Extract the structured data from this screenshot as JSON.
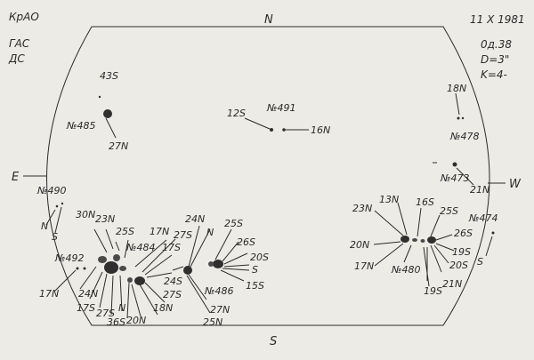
{
  "header": {
    "observatory": "КрАО",
    "instrument": "ГАС",
    "mode": "ДС",
    "date": "11 X 1981",
    "time": "0д.38",
    "diameter": "D=3\"",
    "quality": "K=4-"
  },
  "compass": {
    "north": "N",
    "south": "S",
    "east": "E",
    "west": "W"
  },
  "groups": [
    {
      "id": "№485",
      "labels": [
        "43S",
        "27N"
      ]
    },
    {
      "id": "№491",
      "labels": [
        "12S",
        "16N"
      ]
    },
    {
      "id": "№478",
      "labels": [
        "18N"
      ]
    },
    {
      "id": "№473",
      "labels": [
        "21N"
      ]
    },
    {
      "id": "№490",
      "labels": [
        "N",
        "S"
      ]
    },
    {
      "id": "№492",
      "labels": [
        "17N",
        "24N",
        "17S",
        "27S"
      ]
    },
    {
      "id": "№484",
      "labels": [
        "30N",
        "23N",
        "25S",
        "17N",
        "17S",
        "27S",
        "24S",
        "27S",
        "18N",
        "20N",
        "36S",
        "N"
      ]
    },
    {
      "id": "№486",
      "labels": [
        "24N",
        "N",
        "25S",
        "26S",
        "20S",
        "S",
        "15S",
        "27N",
        "25N"
      ]
    },
    {
      "id": "№480",
      "labels": [
        "23N",
        "13N",
        "16S",
        "25S",
        "26S",
        "20N",
        "19S",
        "20S",
        "17N",
        "21N",
        "19S"
      ]
    },
    {
      "id": "№474",
      "labels": [
        "S"
      ]
    }
  ],
  "colors": {
    "ink": "#2b2b2b",
    "paper": "#ecebe6"
  }
}
